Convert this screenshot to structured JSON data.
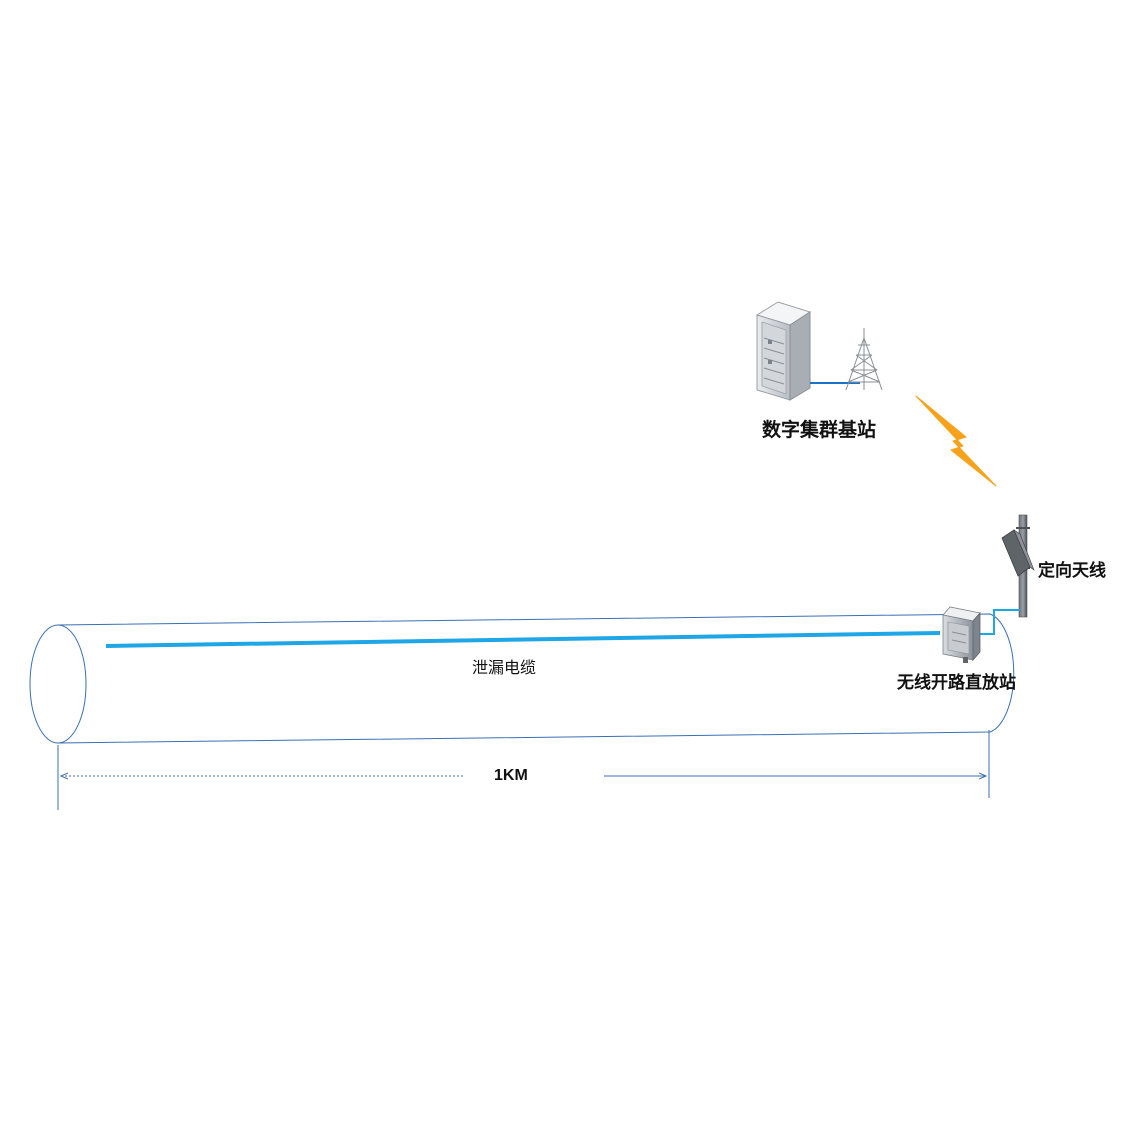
{
  "labels": {
    "base_station": "数字集群基站",
    "antenna": "定向天线",
    "repeater": "无线开路直放站",
    "leaky_cable": "泄漏电缆",
    "distance": "1KM"
  },
  "icons": {
    "base_station": "server-rack-icon",
    "tower": "radio-tower-icon",
    "wireless_link": "lightning-bolt-icon",
    "antenna": "directional-antenna-icon",
    "repeater": "repeater-box-icon"
  },
  "colors": {
    "tunnel_outline": "#3a6fb5",
    "leaky_cable": "#1ea6e6",
    "feeder": "#1a73c8",
    "lightning": "#f7a21b",
    "dimension_line": "#3a6fb5"
  }
}
